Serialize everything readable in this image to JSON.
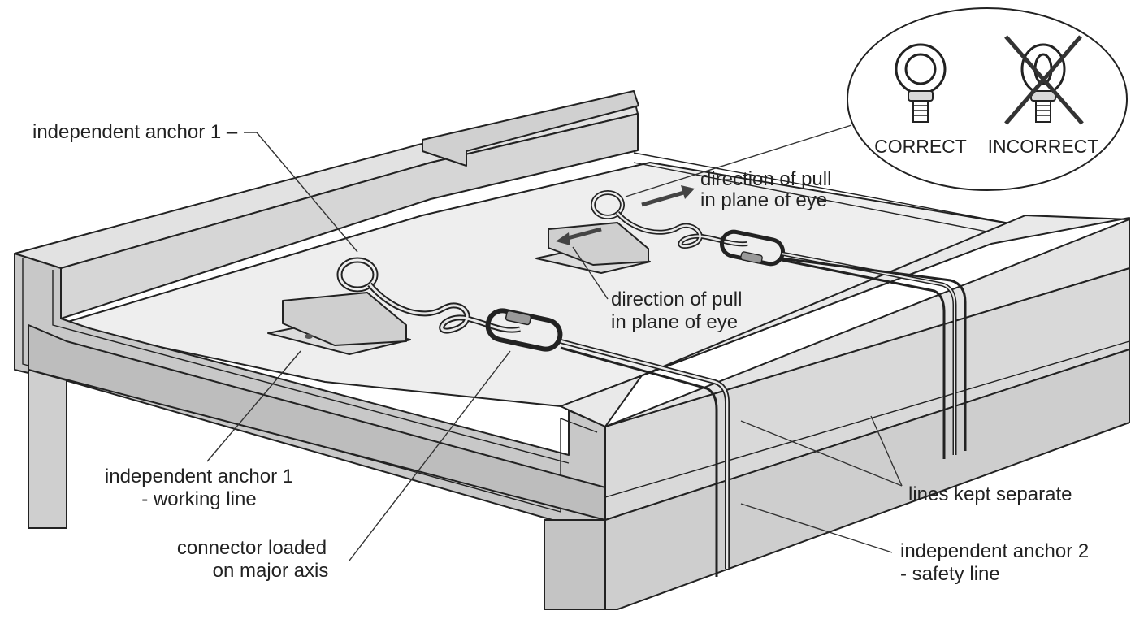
{
  "labels": {
    "anchor1_top": "independent anchor 1 –",
    "anchor1_working_line1": "independent anchor 1",
    "anchor1_working_line2": "- working line",
    "connector_line1": "connector loaded",
    "connector_line2": "on major axis",
    "pull_upper_line1": "direction of pull",
    "pull_upper_line2": "in plane of eye",
    "pull_lower_line1": "direction of pull",
    "pull_lower_line2": "in plane of eye",
    "lines_separate": "lines kept separate",
    "anchor2_line1": "independent anchor 2",
    "anchor2_line2": "- safety line"
  },
  "inset": {
    "correct_label": "CORRECT",
    "incorrect_label": "INCORRECT"
  },
  "colors": {
    "line": "#222222",
    "structure_light": "#e6e6e6",
    "structure_mid": "#cfcfcf",
    "structure_dark": "#a8a8a8",
    "roof_surface": "#eeeeee",
    "arrow": "#444444"
  }
}
